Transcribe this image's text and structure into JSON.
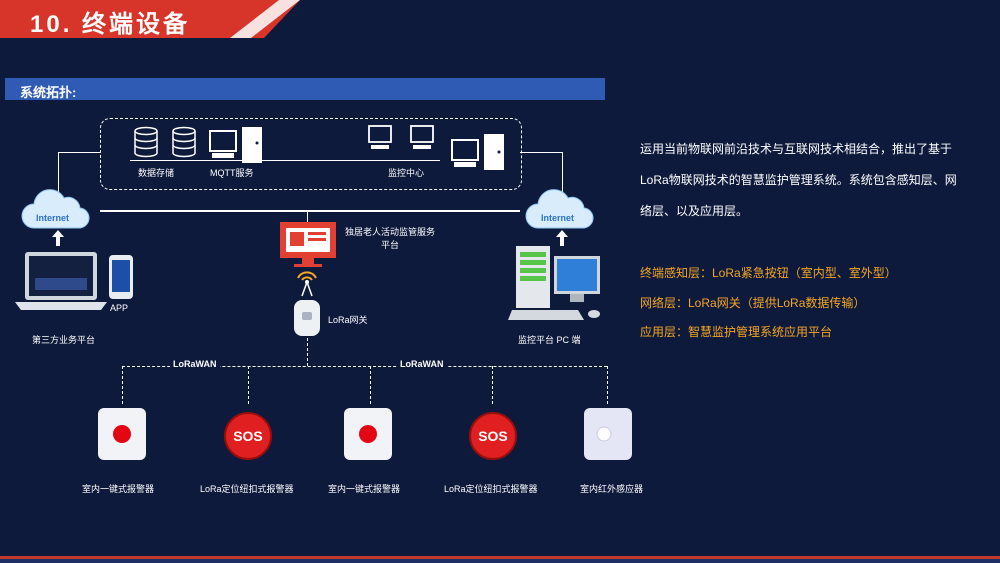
{
  "header": {
    "title": "10. 终端设备"
  },
  "section": {
    "title": "系统拓扑:"
  },
  "server_group": {
    "storage_label": "数据存储",
    "mqtt_label": "MQTT服务",
    "monitor_label": "监控中心"
  },
  "cloud_label": "Internet",
  "left_side": {
    "app_label": "APP",
    "platform_label": "第三方业务平台"
  },
  "right_side": {
    "platform_label": "监控平台  PC  端"
  },
  "center": {
    "service_label": "独居老人活动监管服务平台",
    "gateway_label": "LoRa网关"
  },
  "lorawan_label": "LoRaWAN",
  "sos_label": "SOS",
  "devices": [
    {
      "label": "室内一键式报警器"
    },
    {
      "label": "LoRa定位纽扣式报警器"
    },
    {
      "label": "室内一键式报警器"
    },
    {
      "label": "LoRa定位纽扣式报警器"
    },
    {
      "label": "室内红外感应器"
    }
  ],
  "description": {
    "intro": "运用当前物联网前沿技术与互联网技术相结合，推出了基于LoRa物联网技术的智慧监护管理系统。系统包含感知层、网络层、以及应用层。",
    "layers": [
      "终端感知层：LoRa紧急按钮（室内型、室外型）",
      "网络层：LoRa网关（提供LoRa数据传输）",
      "应用层：智慧监护管理系统应用平台"
    ]
  },
  "colors": {
    "accent_red": "#d8352a",
    "section_blue": "#2f5bb4",
    "background": "#0e1a3c",
    "orange": "#f5a623"
  }
}
